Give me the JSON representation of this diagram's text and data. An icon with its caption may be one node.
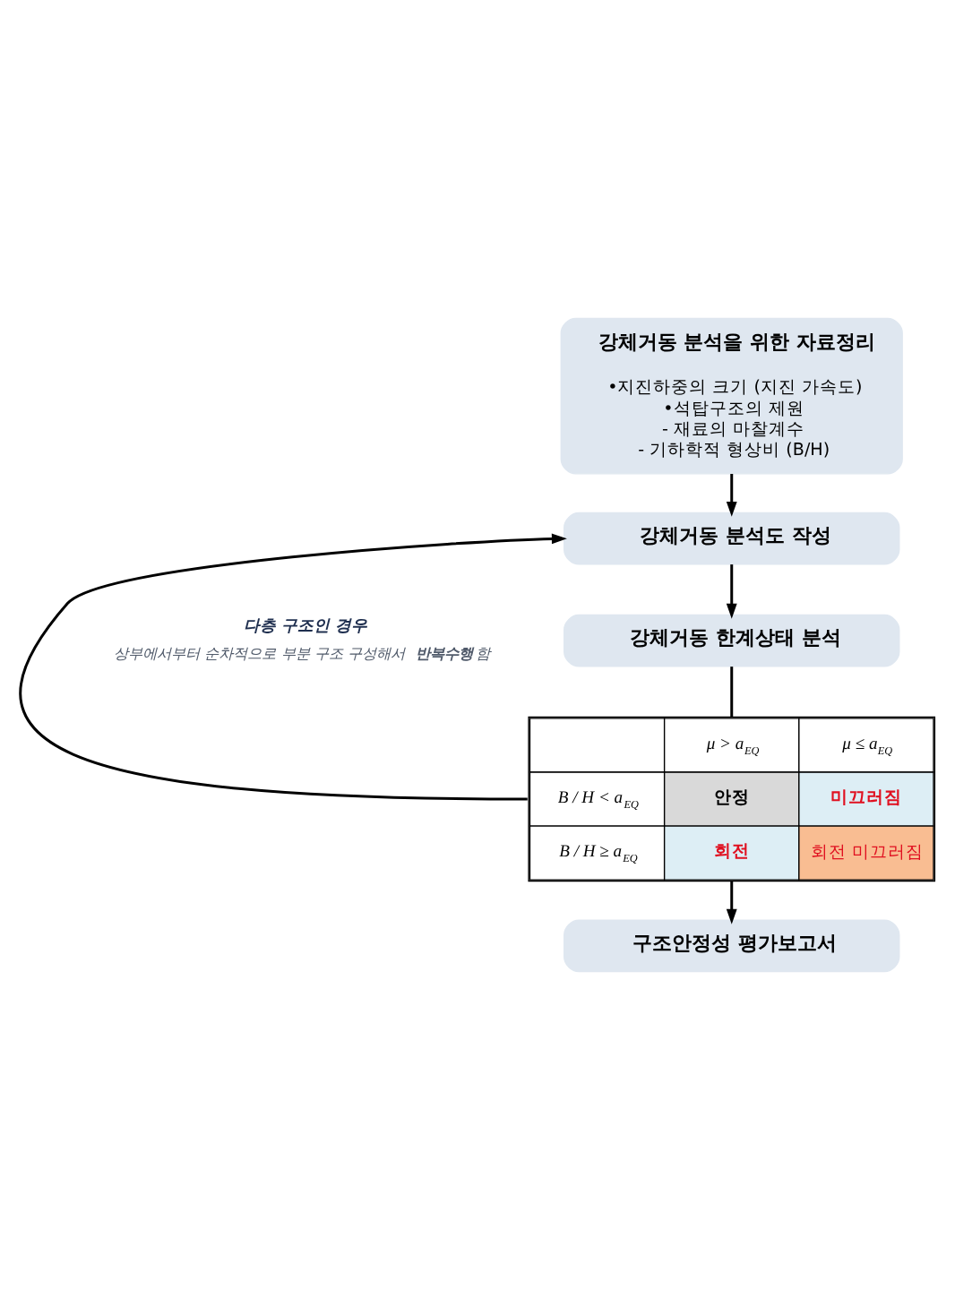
{
  "diagram": {
    "nodes": [
      {
        "text": [
          "강체거동 분석을 위한 자료정리",
          "•지진하중의 크기 (지진 가속도)",
          "•석탑구조의 제원",
          "- 재료의 마찰계수",
          "- 기하학적 형상비 (B/H)"
        ]
      },
      {
        "text": [
          "강체거동 분석도 작성"
        ]
      },
      {
        "text": [
          "강체거동 한계상태 분석"
        ]
      },
      {
        "text": [
          "μ > a$_{EQ}$",
          "μ ≤ a$_{EQ}$",
          "B / H < a$_{EQ}$",
          "안정",
          "미끄러짐",
          "B / H ≥ a$_{EQ}$",
          "회전",
          "회전 미끄러짐"
        ]
      },
      {
        "text": [
          "구조안정성 평가보고서"
        ]
      }
    ],
    "edges": [
      {
        "from": 0,
        "to": 1,
        "arrow": "to"
      },
      {
        "from": 1,
        "to": 2,
        "arrow": "to"
      },
      {
        "from": 2,
        "to": 3,
        "arrow": "none"
      },
      {
        "from": 3,
        "to": 4,
        "arrow": "to"
      },
      {
        "from": 3,
        "to": 1,
        "arrow": "to"
      }
    ],
    "labels": [
      "다층 구조인 경우",
      "상부에서부터 순차적으로 부분 구조 구성해서 **반복수행**함"
    ]
  }
}
